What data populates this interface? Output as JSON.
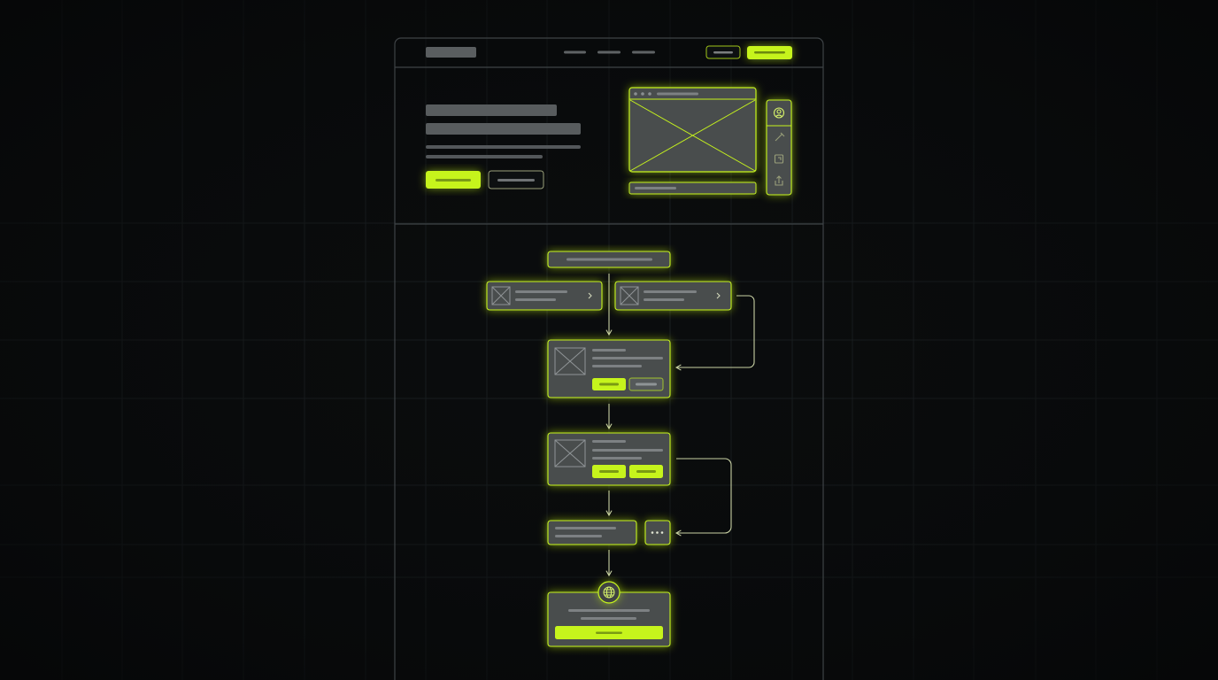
{
  "colors": {
    "background": "#0a0c0d",
    "grid": "#1f2426",
    "frame": "#3b4043",
    "accent": "#c6f41c",
    "node_fill": "#4a4d4e",
    "placeholder_bar": "#6f7375",
    "connector": "#c9d2a4"
  },
  "wireframe": {
    "header": {
      "logo": "logo-placeholder",
      "nav_items": 3,
      "buttons": [
        "outline-button",
        "primary-button"
      ]
    },
    "hero": {
      "headline_lines": 2,
      "body_lines": 2,
      "buttons": [
        "primary-button",
        "outline-button"
      ],
      "preview": {
        "type": "browser-window-with-image-placeholder",
        "side_toolbar_icons": [
          "user-icon",
          "wand-icon",
          "crop-icon",
          "share-icon"
        ]
      }
    }
  },
  "flow": {
    "nodes": [
      {
        "id": "entry",
        "kind": "pill"
      },
      {
        "id": "option-a",
        "kind": "list-item",
        "icon": "image-placeholder-icon",
        "trailing": "chevron-right-icon"
      },
      {
        "id": "option-b",
        "kind": "list-item",
        "icon": "image-placeholder-icon",
        "trailing": "chevron-right-icon"
      },
      {
        "id": "detail-card",
        "kind": "card",
        "buttons": [
          "primary",
          "secondary"
        ]
      },
      {
        "id": "confirm-card",
        "kind": "card",
        "buttons": [
          "primary",
          "primary"
        ]
      },
      {
        "id": "summary",
        "kind": "small-card"
      },
      {
        "id": "more",
        "kind": "icon-button",
        "icon": "more-icon"
      },
      {
        "id": "final",
        "kind": "card",
        "badge_icon": "globe-icon",
        "buttons": [
          "primary-wide"
        ]
      }
    ],
    "connections": [
      {
        "from": "entry",
        "to": "detail-card"
      },
      {
        "from": "option-b",
        "to": "detail-card"
      },
      {
        "from": "detail-card",
        "to": "confirm-card"
      },
      {
        "from": "confirm-card",
        "to": "summary"
      },
      {
        "from": "confirm-card",
        "to": "more"
      },
      {
        "from": "summary",
        "to": "final"
      }
    ]
  }
}
